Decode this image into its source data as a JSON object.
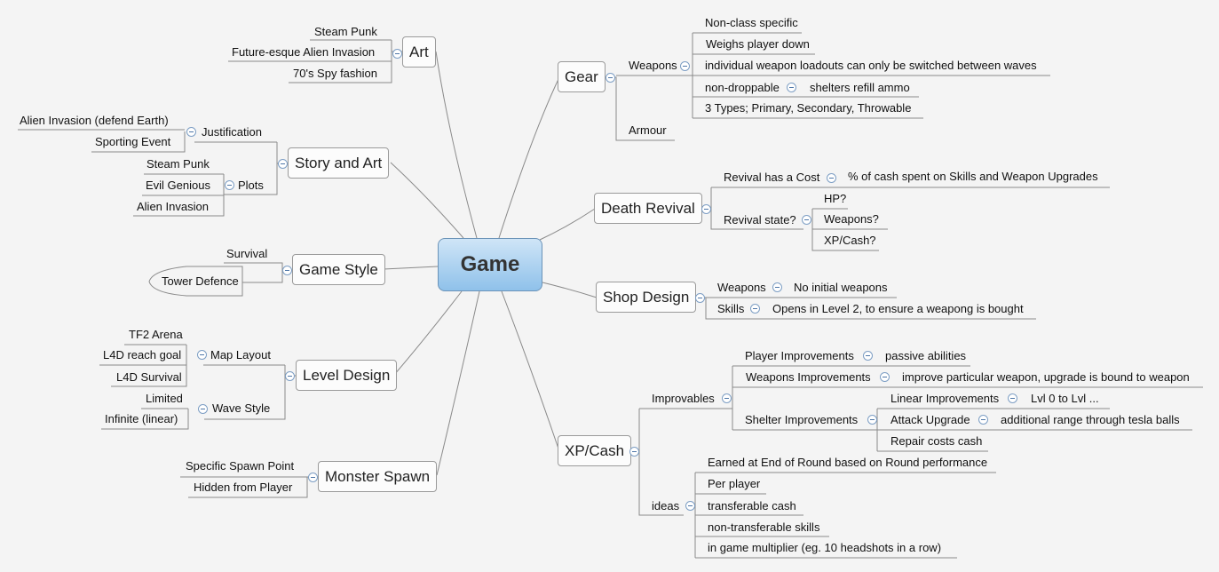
{
  "root": {
    "label": "Game"
  },
  "left": {
    "art": {
      "label": "Art",
      "items": [
        "Steam Punk",
        "Future-esque Alien Invasion",
        "70's Spy fashion"
      ]
    },
    "story": {
      "label": "Story and Art",
      "justification": {
        "label": "Justification",
        "items": [
          "Alien Invasion (defend Earth)",
          "Sporting Event"
        ]
      },
      "plots": {
        "label": "Plots",
        "items": [
          "Steam Punk",
          "Evil Genious",
          "Alien Invasion"
        ]
      }
    },
    "style": {
      "label": "Game Style",
      "items": [
        "Survival",
        "Tower Defence"
      ]
    },
    "level": {
      "label": "Level Design",
      "map": {
        "label": "Map Layout",
        "items": [
          "TF2 Arena",
          "L4D reach goal",
          "L4D Survival"
        ]
      },
      "wave": {
        "label": "Wave Style",
        "items": [
          "Limited",
          "Infinite (linear)"
        ]
      }
    },
    "spawn": {
      "label": "Monster Spawn",
      "items": [
        "Specific Spawn Point",
        "Hidden from Player"
      ]
    }
  },
  "right": {
    "gear": {
      "label": "Gear",
      "weapons": {
        "label": "Weapons",
        "items": [
          "Non-class specific",
          "Weighs player down",
          "individual weapon loadouts can only be switched between waves",
          "non-droppable",
          "3 Types; Primary, Secondary, Throwable"
        ],
        "nondrop_child": "shelters refill ammo"
      },
      "armour": "Armour"
    },
    "death": {
      "label": "Death Revival",
      "cost": {
        "label": "Revival has a Cost",
        "child": "% of cash spent on Skills and Weapon Upgrades"
      },
      "state": {
        "label": "Revival state?",
        "items": [
          "HP?",
          "Weapons?",
          "XP/Cash?"
        ]
      }
    },
    "shop": {
      "label": "Shop Design",
      "weapons": {
        "label": "Weapons",
        "child": "No initial weapons"
      },
      "skills": {
        "label": "Skills",
        "child": "Opens in Level 2, to ensure a weapong is bought"
      }
    },
    "xp": {
      "label": "XP/Cash",
      "improvables": {
        "label": "Improvables",
        "player": {
          "label": "Player Improvements",
          "child": "passive abilities"
        },
        "weapons": {
          "label": "Weapons Improvements",
          "child": "improve particular weapon, upgrade is bound to weapon"
        },
        "shelter": {
          "label": "Shelter Improvements",
          "linear": {
            "label": "Linear Improvements",
            "child": "Lvl 0 to Lvl ..."
          },
          "attack": {
            "label": "Attack Upgrade",
            "child": "additional range through tesla balls"
          },
          "repair": "Repair costs cash"
        }
      },
      "ideas": {
        "label": "ideas",
        "items": [
          "Earned at End of Round based on Round performance",
          "Per player",
          "transferable cash",
          "non-transferable skills",
          "in game multiplier (eg. 10 headshots in a row)"
        ]
      }
    }
  },
  "colors": {
    "line": "#8a8a8a",
    "root_top": "#cfe5f7",
    "root_bottom": "#8fc1ea",
    "toggle": "#7d9ec4"
  }
}
